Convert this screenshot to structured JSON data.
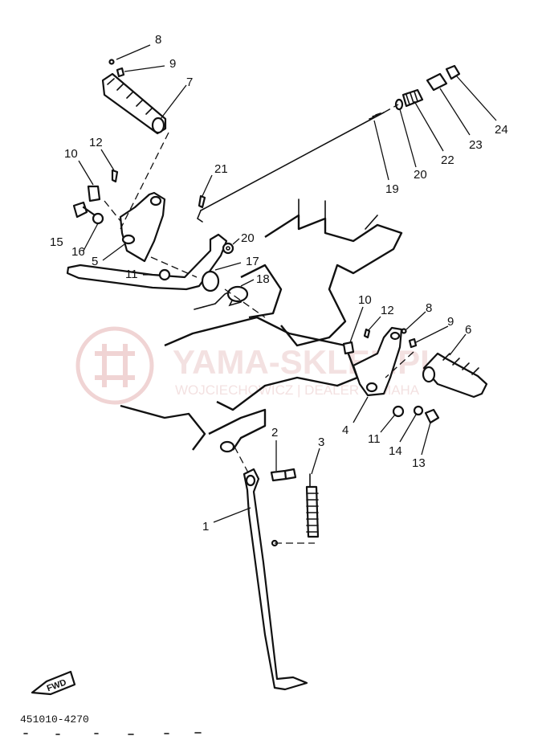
{
  "watermark": {
    "title": "YAMA-SKLEP.PL",
    "subtitle": "WOJCIECHOWICZ | DEALER YAMAHA",
    "color": "#e8c4c4"
  },
  "direction_badge": "FWD",
  "diagram_code": "451010-4270",
  "callouts": [
    {
      "id": "c8a",
      "text": "8"
    },
    {
      "id": "c9a",
      "text": "9"
    },
    {
      "id": "c7",
      "text": "7"
    },
    {
      "id": "c12a",
      "text": "12"
    },
    {
      "id": "c10a",
      "text": "10"
    },
    {
      "id": "c15",
      "text": "15"
    },
    {
      "id": "c16",
      "text": "16"
    },
    {
      "id": "c5",
      "text": "5"
    },
    {
      "id": "c11a",
      "text": "11"
    },
    {
      "id": "c21",
      "text": "21"
    },
    {
      "id": "c20a",
      "text": "20"
    },
    {
      "id": "c17",
      "text": "17"
    },
    {
      "id": "c18",
      "text": "18"
    },
    {
      "id": "c19",
      "text": "19"
    },
    {
      "id": "c20b",
      "text": "20"
    },
    {
      "id": "c22",
      "text": "22"
    },
    {
      "id": "c23",
      "text": "23"
    },
    {
      "id": "c24",
      "text": "24"
    },
    {
      "id": "c10b",
      "text": "10"
    },
    {
      "id": "c12b",
      "text": "12"
    },
    {
      "id": "c8b",
      "text": "8"
    },
    {
      "id": "c9b",
      "text": "9"
    },
    {
      "id": "c6",
      "text": "6"
    },
    {
      "id": "c4",
      "text": "4"
    },
    {
      "id": "c11b",
      "text": "11"
    },
    {
      "id": "c14",
      "text": "14"
    },
    {
      "id": "c13",
      "text": "13"
    },
    {
      "id": "c2",
      "text": "2"
    },
    {
      "id": "c3",
      "text": "3"
    },
    {
      "id": "c1",
      "text": "1"
    }
  ]
}
